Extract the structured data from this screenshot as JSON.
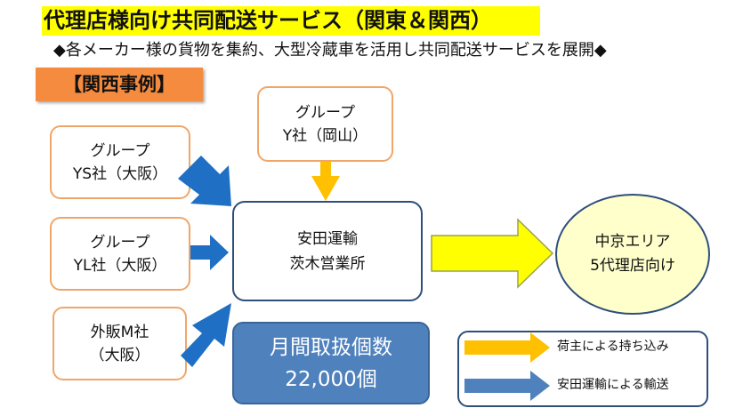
{
  "title": "代理店様向け共同配送サービス（関東＆関西）",
  "subtitle": "◆各メーカー様の貨物を集約、大型冷蔵車を活用し共同配送サービスを展開◆",
  "case_label": "【関西事例】",
  "sources": [
    {
      "line1": "グループ",
      "line2": "YS社（大阪）"
    },
    {
      "line1": "グループ",
      "line2": "YL社（大阪）"
    },
    {
      "line1": "外販M社",
      "line2": "（大阪）"
    }
  ],
  "top_source": {
    "line1": "グループ",
    "line2": "Y社（岡山）"
  },
  "hub": {
    "line1": "安田運輸",
    "line2": "茨木営業所"
  },
  "destination": {
    "line1": "中京エリア",
    "line2": "5代理店向け"
  },
  "volume": {
    "line1": "月間取扱個数",
    "line2": "22,000個"
  },
  "legend": {
    "orange_label": "荷主による持ち込み",
    "blue_label": "安田運輸による輸送"
  },
  "colors": {
    "title_highlight": "#ffff00",
    "case_label_bg": "#f58b3f",
    "box_border": "#f0a669",
    "dark_border": "#2e4f7a",
    "blue_arrow": "#1f6fc5",
    "orange_arrow": "#ffc000",
    "yellow_arrow": "#ffff00",
    "volume_bg": "#4f81bd",
    "destination_bg": "#ffffcc"
  }
}
